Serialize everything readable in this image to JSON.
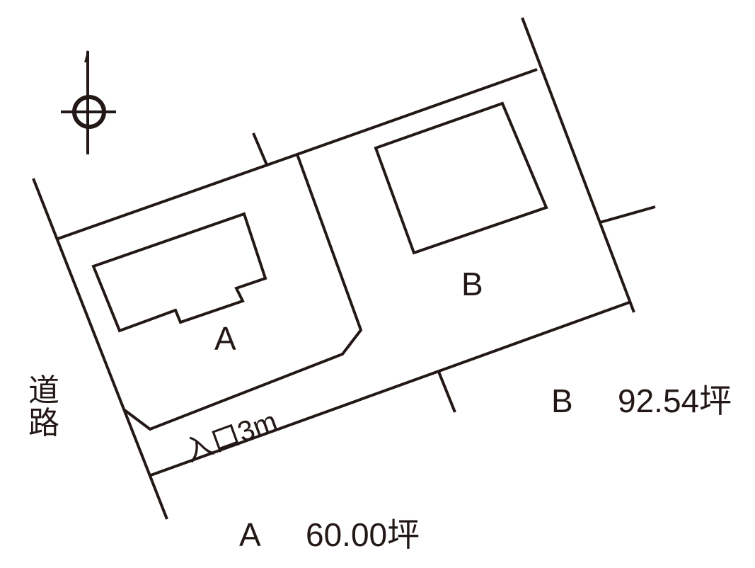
{
  "lots": [
    {
      "id": "A",
      "label": "A"
    },
    {
      "id": "B",
      "label": "B"
    }
  ],
  "areas": [
    {
      "lot": "A",
      "lot_label": "A",
      "area": "60.00坪"
    },
    {
      "lot": "B",
      "lot_label": "B",
      "area": "92.54坪"
    }
  ],
  "road": {
    "chars": [
      "道",
      "路"
    ]
  },
  "entrance": {
    "label": "入口3m"
  },
  "colors": {
    "ink": "#231815",
    "background": "#ffffff"
  },
  "icons": {
    "north_arrow": "north-arrow-icon"
  }
}
